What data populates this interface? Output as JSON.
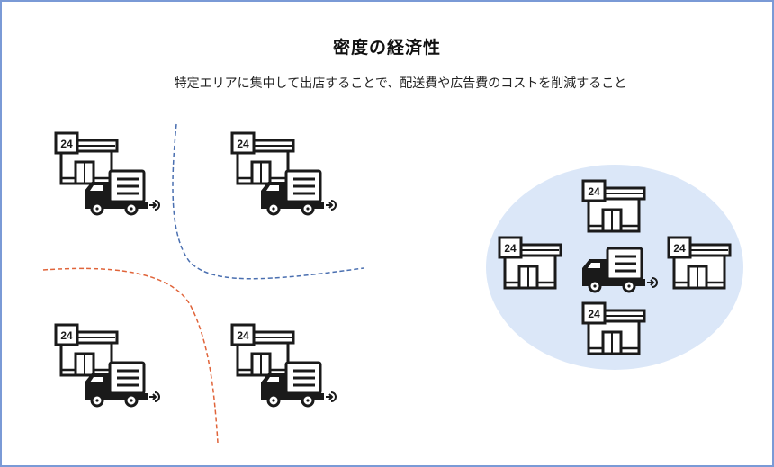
{
  "diagram": {
    "title": "密度の経済性",
    "subtitle": "特定エリアに集中して出店することで、配送費や広告費のコストを削減すること",
    "store_sign_text": "24",
    "colors": {
      "frame_border": "#7a9ad6",
      "cluster_fill": "#dbe7f8",
      "divider_blue": "#4a6fb0",
      "divider_orange": "#e0643a",
      "icon_stroke": "#1a1a1a"
    },
    "scattered_section": {
      "description": "stores spread across separate areas, each with its own delivery truck",
      "stores": [
        {
          "label": "store-top-left",
          "has_truck": true
        },
        {
          "label": "store-top-right",
          "has_truck": true
        },
        {
          "label": "store-bottom-left",
          "has_truck": true
        },
        {
          "label": "store-bottom-right",
          "has_truck": true
        }
      ],
      "dividers": [
        {
          "label": "divider-blue",
          "color_key": "divider_blue"
        },
        {
          "label": "divider-orange",
          "color_key": "divider_orange"
        }
      ]
    },
    "clustered_section": {
      "description": "stores concentrated in one area served by a single truck",
      "stores": [
        {
          "label": "store-top"
        },
        {
          "label": "store-left"
        },
        {
          "label": "store-right"
        },
        {
          "label": "store-bottom"
        }
      ],
      "truck_count": 1
    }
  }
}
